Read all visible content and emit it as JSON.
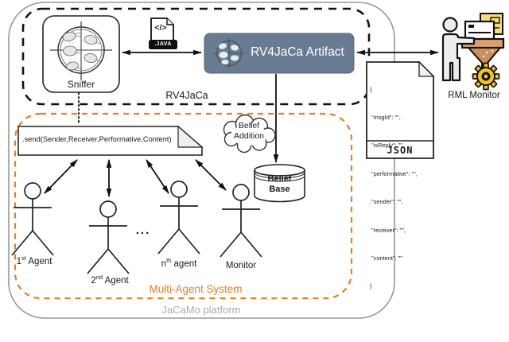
{
  "colors": {
    "artifact_fill": "#697B90",
    "orange_accent": "#EE7D22",
    "outer_border_gray": "#989898",
    "label_gray": "#ABABAB",
    "rml_board_tan": "#D9A06B",
    "rml_funnel_brown": "#C98F5C",
    "rml_gear_yellow": "#F6C51D",
    "rml_doc_yellow": "#F6DE76"
  },
  "jacamo": {
    "label": "JaCaMo platform"
  },
  "rv4jaca": {
    "label": "RV4JaCa",
    "sniffer_label": "Sniffer",
    "java_file": {
      "glyph": "</>",
      "tag": ".JAVA"
    },
    "artifact_label": "RV4JaCa Artifact"
  },
  "rml": {
    "label": "RML Monitor"
  },
  "json_doc": {
    "lines": [
      "{",
      " \"msgId\": \"\",",
      " \"isReply\": \"\",",
      " \"performative\": \"\",",
      " \"sender\": \"\",",
      " \"receiver\": \"\",",
      " \"content\": \"\"",
      "}"
    ],
    "label": "JSON"
  },
  "mas": {
    "label": "Multi-Agent System",
    "send_label": ".send(Sender,Receiver,Performative,Content)",
    "cloud": {
      "line1": "Belief",
      "line2": "Addition"
    },
    "belief_base": {
      "line1": "Belief",
      "line2": "Base"
    },
    "ellipsis": "...",
    "agents": [
      {
        "num": "1",
        "sup": "st",
        "word": " Agent"
      },
      {
        "num": "2",
        "sup": "nd",
        "word": " Agent"
      },
      {
        "num": "n",
        "sup": "th",
        "word": " agent"
      },
      {
        "num": "",
        "sup": "",
        "word": "Monitor"
      }
    ]
  }
}
